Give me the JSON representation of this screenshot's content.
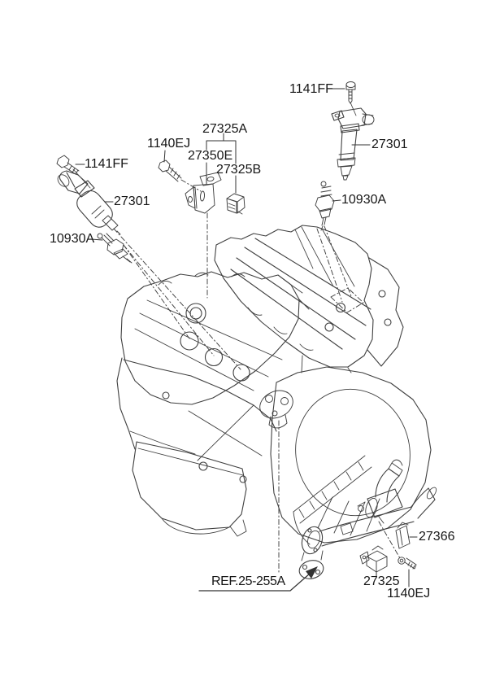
{
  "page": {
    "background": "#ffffff"
  },
  "colors": {
    "line": "#3f3f3f",
    "text": "#161616"
  },
  "diagram": {
    "type": "engine-ignition-parts-diagram",
    "callouts": {
      "bolt_upper_left": "1141FF",
      "coil_left": "27301",
      "spark_plug_left": "10930A",
      "bolt_bracket_top": "1140EJ",
      "bracket_assembly": "27325A",
      "bracket": "27350E",
      "clip": "27325B",
      "bolt_upper_right": "1141FF",
      "coil_right": "27301",
      "spark_plug_right": "10930A",
      "stay_bracket": "27366",
      "bracket_lower": "27325",
      "bolt_lower": "1140EJ",
      "reference": "REF.25-255A"
    }
  }
}
